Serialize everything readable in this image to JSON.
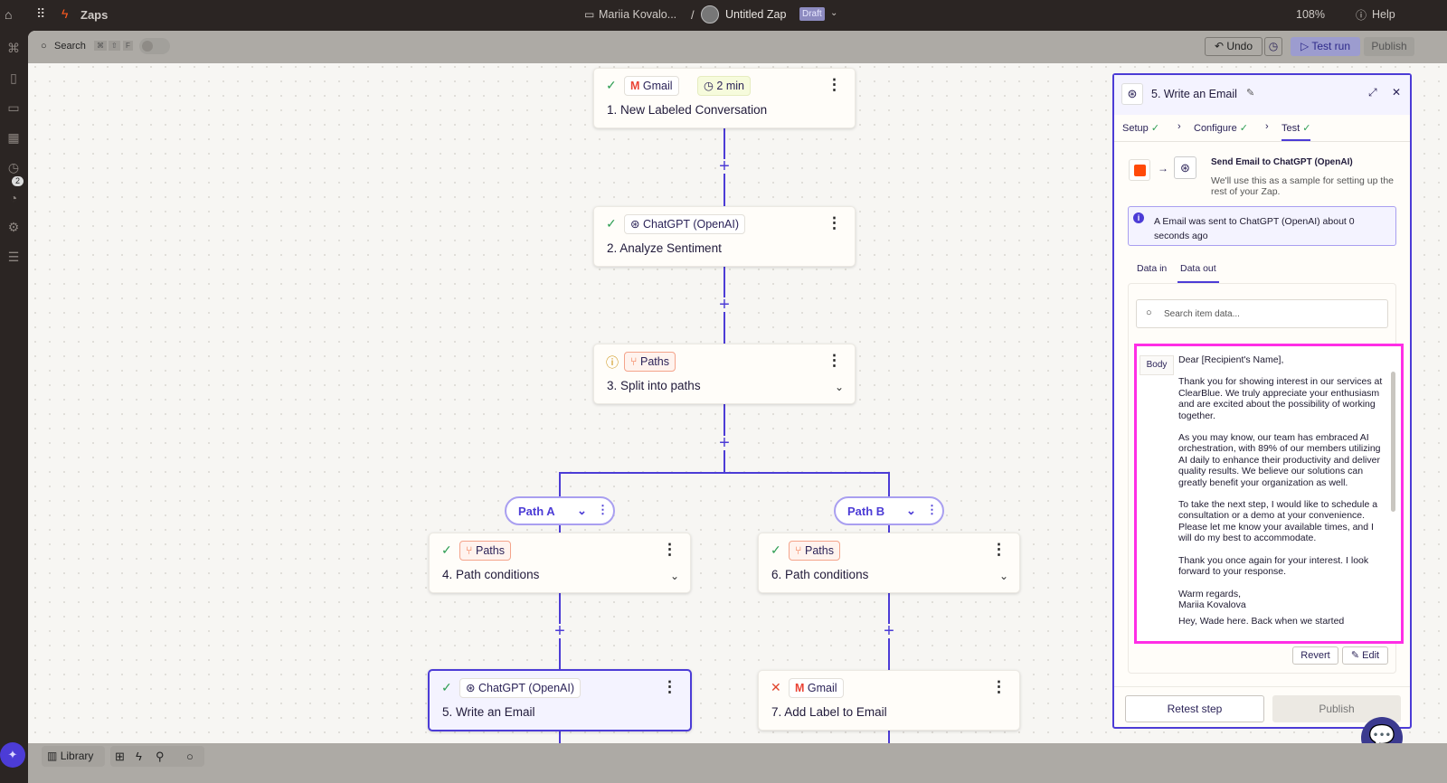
{
  "topbar": {
    "app": "Zaps",
    "folder": "Mariia Kovalo...",
    "separator": "/",
    "zap_name": "Untitled Zap",
    "status_badge": "Draft",
    "zoom": "108%",
    "help": "Help"
  },
  "toolbar": {
    "search": "Search",
    "shortcut_keys": [
      "⌘",
      "⇧",
      "F"
    ],
    "undo": "Undo",
    "test_run": "Test run",
    "publish": "Publish"
  },
  "rail": {
    "badge_count": "2"
  },
  "nodes": [
    {
      "app": "Gmail",
      "extra": "2 min",
      "title": "1. New Labeled Conversation",
      "status": "ok"
    },
    {
      "app": "ChatGPT (OpenAI)",
      "title": "2. Analyze Sentiment",
      "status": "ok"
    },
    {
      "app": "Paths",
      "title": "3. Split into paths",
      "status": "warning"
    },
    {
      "app": "Paths",
      "title": "4. Path conditions",
      "status": "ok"
    },
    {
      "app": "ChatGPT (OpenAI)",
      "title": "5. Write an Email",
      "status": "ok"
    },
    {
      "app": "Paths",
      "title": "6. Path conditions",
      "status": "ok"
    },
    {
      "app": "Gmail",
      "title": "7. Add Label to Email",
      "status": "error"
    }
  ],
  "paths": [
    "Path A",
    "Path B"
  ],
  "panel": {
    "title": "5. Write an Email",
    "steps": [
      "Setup",
      "Configure",
      "Test"
    ],
    "active_step": "Test",
    "sample_title": "Send Email to ChatGPT (OpenAI)",
    "sample_desc": "We'll use this as a sample for setting up the rest of your Zap.",
    "info": "A Email was sent to ChatGPT (OpenAI) about 0 seconds ago",
    "tabs": [
      "Data in",
      "Data out"
    ],
    "active_tab": "Data out",
    "search_placeholder": "Search item data...",
    "field_label": "Body",
    "body": [
      "Dear [Recipient's Name],",
      "Thank you for showing interest in our services at ClearBlue. We truly appreciate your enthusiasm and are excited about the possibility of working together.",
      "As you may know, our team has embraced AI orchestration, with 89% of our members utilizing AI daily to enhance their productivity and deliver quality results. We believe our solutions can greatly benefit your organization as well.",
      "To take the next step, I would like to schedule a consultation or a demo at your convenience. Please let me know your available times, and I will do my best to accommodate.",
      "Thank you once again for your interest. I look forward to your response.",
      "Warm regards,\nMariia Kovalova"
    ],
    "next_item": "Hey, Wade here. Back when we started",
    "revert": "Revert",
    "edit": "Edit",
    "retest": "Retest step",
    "publish": "Publish"
  },
  "bottombar": {
    "library": "Library"
  },
  "colors": {
    "accent": "#4c3cd6",
    "highlight": "#ff2ee6",
    "success": "#2f9e54",
    "paths": "#f06b3c"
  }
}
